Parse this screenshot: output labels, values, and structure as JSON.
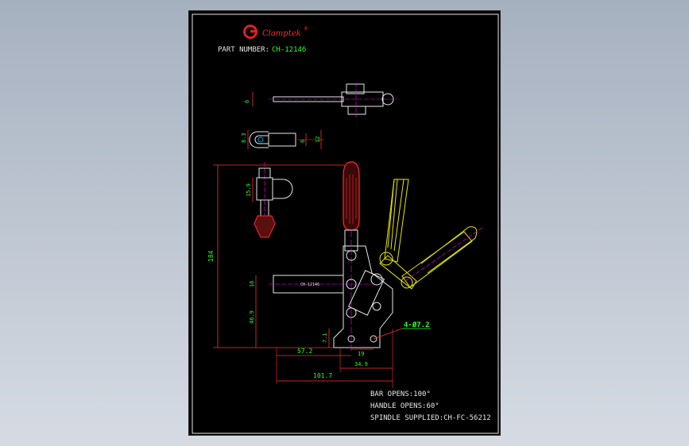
{
  "brand": {
    "logo_letter": "G",
    "name": "Clamptek",
    "registered": "®",
    "logo_color": "#e02020"
  },
  "part": {
    "label": "PART NUMBER:",
    "number": "CH-12146",
    "body_marking": "CH-12146"
  },
  "dimensions": {
    "bar_thickness": "6",
    "fork_opening": "8.3",
    "fork_slot": "6",
    "fork_width": "12",
    "spindle_offset": "15.9",
    "total_height": "184",
    "base_to_bar": "16",
    "base_height": "46.9",
    "base_thick": "7.1",
    "spindle_reach": "57.2",
    "hole_spacing": "19",
    "base_length": "34.9",
    "overall_length": "101.7",
    "mount_holes": "4-Ø7.2"
  },
  "specs": [
    "BAR OPENS:100°",
    "HANDLE OPENS:60°",
    "SPINDLE SUPPLIED:CH-FC-56212"
  ],
  "colors": {
    "background": "#000000",
    "outline": "#e8e8e8",
    "handle_grip": "#ff2a2a",
    "open_position": "#e8e800",
    "dimension": "#ff3030",
    "dimension_text": "#2bff2b",
    "centerline": "#ff00ff",
    "hidden": "#00c8ff"
  }
}
